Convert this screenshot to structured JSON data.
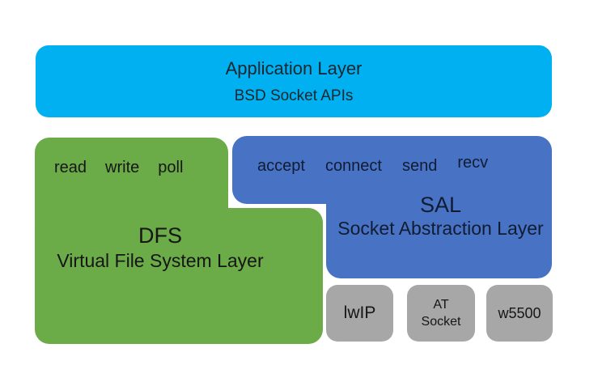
{
  "colors": {
    "background": "#ffffff",
    "application_fill": "#00b0f0",
    "dfs_fill": "#6bab48",
    "sal_fill": "#4873c5",
    "stack_fill": "#a7a7a7",
    "text_dark": "#161616",
    "text_on_application": "#17272f",
    "text_on_sal": "#111c33"
  },
  "application_layer": {
    "title": "Application Layer",
    "subtitle": "BSD Socket APIs"
  },
  "dfs_layer": {
    "functions": [
      "read",
      "write",
      "poll"
    ],
    "acronym": "DFS",
    "name": "Virtual File System Layer"
  },
  "sal_layer": {
    "functions": [
      "accept",
      "connect",
      "send",
      "recv"
    ],
    "acronym": "SAL",
    "name": "Socket Abstraction Layer"
  },
  "protocol_stacks": [
    {
      "lines": [
        "lwIP"
      ]
    },
    {
      "lines": [
        "AT",
        "Socket"
      ]
    },
    {
      "lines": [
        "w5500"
      ]
    }
  ]
}
